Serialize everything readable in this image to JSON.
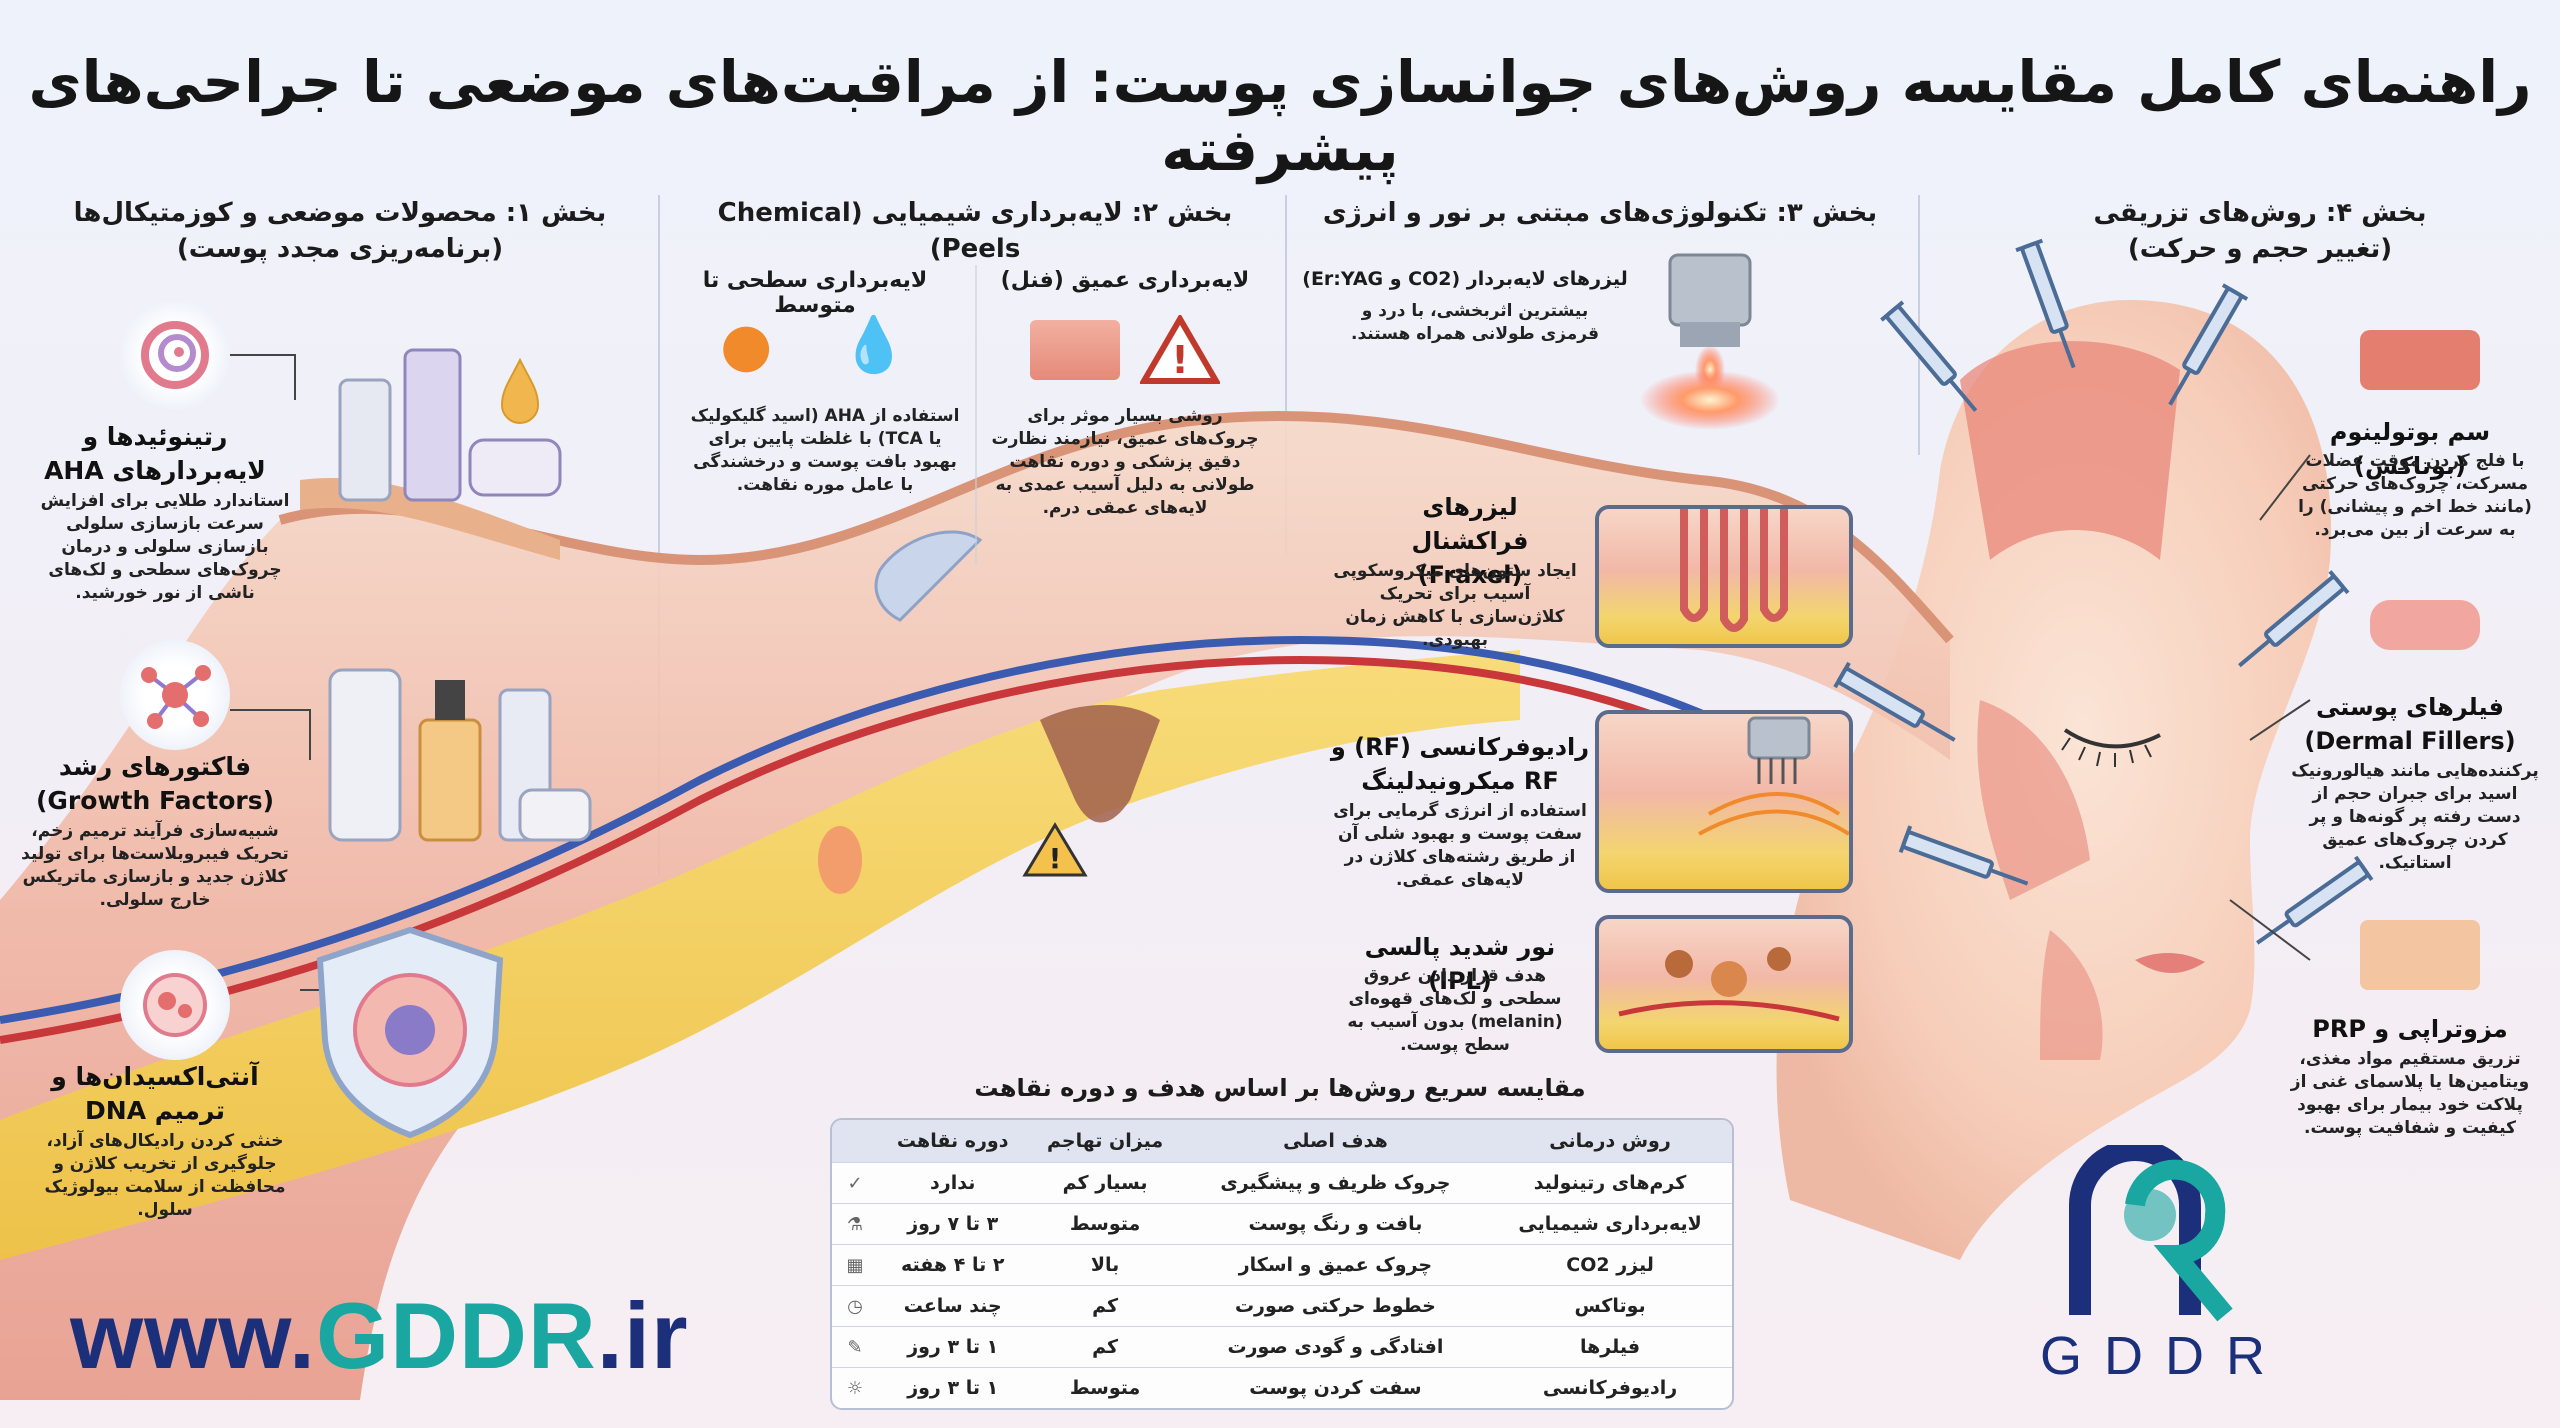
{
  "title": "راهنمای کامل مقایسه روش‌های جوانسازی پوست: از مراقبت‌های موضعی تا جراحی‌های پیشرفته",
  "sections": [
    {
      "heading": "بخش ۱: محصولات موضعی و کوزمتیکال‌ها",
      "subheading": "(برنامه‌ریزی مجدد پوست)"
    },
    {
      "heading": "بخش ۲: لایه‌برداری شیمیایی (Chemical Peels)"
    },
    {
      "heading": "بخش ۳: تکنولوژی‌های مبتنی بر نور و انرژی"
    },
    {
      "heading": "بخش ۴: روش‌های تزریقی",
      "subheading": "(تغییر حجم و حرکت)"
    }
  ],
  "topicals": [
    {
      "label": "رتینوئیدها و لایه‌بردارهای AHA",
      "desc": "استاندارد طلایی برای افزایش سرعت بازسازی سلولی بازسازی سلولی و درمان چروک‌های سطحی و لک‌های ناشی از نور خورشید.",
      "icon": "spiral-icon"
    },
    {
      "label": "فاکتورهای رشد (Growth Factors)",
      "desc": "شبیه‌سازی فرآیند ترمیم زخم، تحریک فیبروبلاست‌ها برای تولید کلاژن جدید و بازسازی ماتریکس خارج سلولی.",
      "icon": "molecule-icon"
    },
    {
      "label": "آنتی‌اکسیدان‌ها و ترمیم DNA",
      "desc": "خنثی کردن رادیکال‌های آزاد، جلوگیری از تخریب کلاژن و محافظت از سلامت بیولوژیک سلول.",
      "icon": "cell-icon"
    }
  ],
  "peels": {
    "superficial": {
      "label": "لایه‌برداری سطحی تا متوسط",
      "desc": "استفاده از AHA (اسید گلیکولیک یا TCA) با غلظت پایین برای بهبود بافت پوست و درخشندگی با عامل موره نقاهت."
    },
    "deep": {
      "label": "لایه‌برداری عمیق (فنل)",
      "desc": "روشی بسیار موثر برای چروک‌های عمیق، نیازمند نظارت دقیق پزشکی و دوره نقاهت طولانی به دلیل آسیب عمدی به لایه‌های عمقی درم."
    }
  },
  "energy": {
    "ablative": {
      "label": "لیزرهای لایه‌بردار (CO2 و Er:YAG)",
      "desc": "بیشترین اثربخشی، با درد و قرمزی طولانی همراه هستند."
    },
    "fractional": {
      "label": "لیزرهای فراکشنال (Fraxel)",
      "desc": "ایجاد ستون‌های میکروسکوپی آسیب برای تحریک کلاژن‌سازی با کاهش زمان بهبودی."
    },
    "rf": {
      "label": "رادیوفرکانسی (RF) و RF میکرونیدلینگ",
      "desc": "استفاده از انرژی گرمایی برای سفت پوست و بهبود شلی آن از طریق رشته‌های کلاژن در لایه‌های عمقی."
    },
    "ipl": {
      "label": "نور شدید پالسی (IPL)",
      "desc": "هدف قرار دادن عروق سطحی و لک‌های قهوه‌ای (melanin) بدون آسیب به سطح پوست."
    }
  },
  "injectables": [
    {
      "label": "سم بوتولینوم (بوتاکس)",
      "desc": "با فلج کردن موقت عضلات مسرکت، چروک‌های حرکتی (مانند خط اخم و پیشانی) را به سرعت از بین می‌برد."
    },
    {
      "label": "فیلرهای پوستی (Dermal Fillers)",
      "desc": "پرکننده‌هایی مانند هیالورونیک اسید برای جبران حجم از دست رفته پر گونه‌ها و پر کردن چروک‌های عمیق استاتیک."
    },
    {
      "label": "مزوتراپی و PRP",
      "desc": "تزریق مستقیم مواد مغذی، ویتامین‌ها یا پلاسمای غنی از پلاکت خود بیمار برای بهبود کیفیت و شفافیت پوست."
    }
  ],
  "table": {
    "caption": "مقایسه سریع روش‌ها بر اساس هدف و دوره نقاهت",
    "headers": [
      "روش درمانی",
      "هدف اصلی",
      "میزان تهاجم",
      "دوره نقاهت"
    ],
    "rows": [
      {
        "cells": [
          "کرم‌های رتینولید",
          "چروک ظریف و پیشگیری",
          "بسیار کم",
          "ندارد"
        ],
        "icon": "check-icon"
      },
      {
        "cells": [
          "لایه‌برداری شیمیایی",
          "بافت و رنگ پوست",
          "متوسط",
          "۳ تا ۷ روز"
        ],
        "icon": "dropper-icon"
      },
      {
        "cells": [
          "لیزر CO2",
          "چروک عمیق و اسکار",
          "بالا",
          "۲ تا ۴ هفته"
        ],
        "icon": "calendar-icon"
      },
      {
        "cells": [
          "بوتاکس",
          "خطوط حرکتی صورت",
          "کم",
          "چند ساعت"
        ],
        "icon": "clock-icon"
      },
      {
        "cells": [
          "فیلرها",
          "افتادگی و گودی صورت",
          "کم",
          "۱ تا ۳ روز"
        ],
        "icon": "syringe-icon"
      },
      {
        "cells": [
          "رادیوفرکانسی",
          "سفت کردن پوست",
          "متوسط",
          "۱ تا ۳ روز"
        ],
        "icon": "bulb-icon"
      }
    ]
  },
  "footer": {
    "url_prefix": "www.",
    "url_brand": "GDDR",
    "url_suffix": ".ir",
    "logo_text": "GDDR",
    "logo_letters": "R"
  },
  "colors": {
    "navy": "#1c2f7a",
    "teal": "#1aa7a1",
    "skin": "#f2b8a8",
    "fat": "#f0c64a"
  }
}
